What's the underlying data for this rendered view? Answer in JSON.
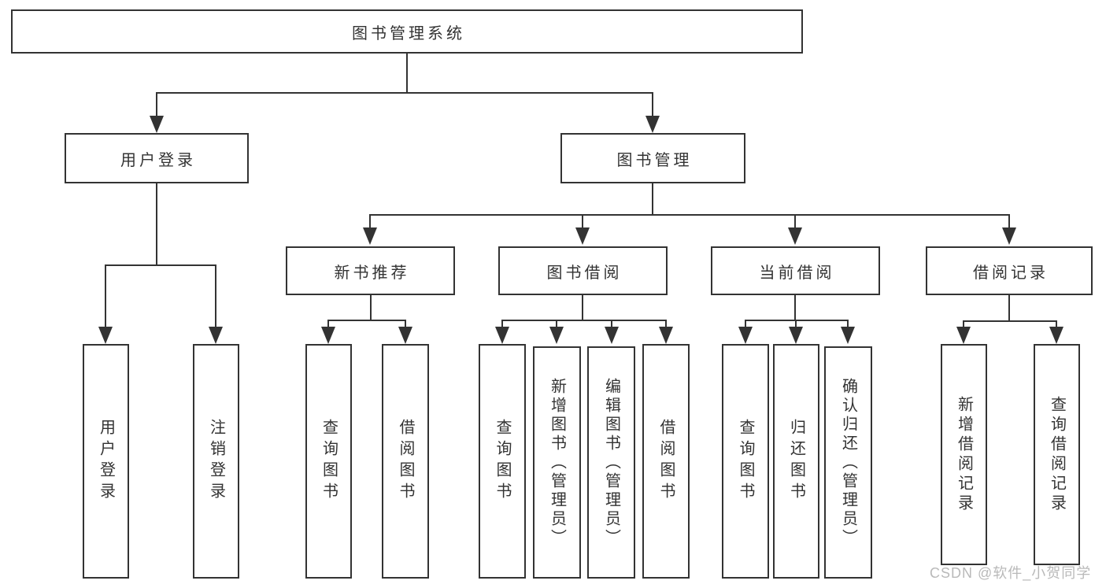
{
  "diagram": {
    "title": "图书管理系统",
    "type": "hierarchy-flowchart",
    "colors": {
      "background": "#ffffff",
      "line": "#333333",
      "text": "#333333",
      "watermark": "#b9b9b9"
    },
    "nodes": {
      "root": {
        "label": "图书管理系统"
      },
      "user_login": {
        "label": "用户登录"
      },
      "book_management": {
        "label": "图书管理"
      },
      "new_book_recommend": {
        "label": "新书推荐"
      },
      "book_borrow": {
        "label": "图书借阅"
      },
      "current_borrow": {
        "label": "当前借阅"
      },
      "borrow_records": {
        "label": "借阅记录"
      },
      "leaf_user_login": {
        "label": "用户登录"
      },
      "leaf_logout": {
        "label": "注销登录"
      },
      "leaf_rec_query_book": {
        "label": "查询图书"
      },
      "leaf_rec_borrow_book": {
        "label": "借阅图书"
      },
      "leaf_bb_query_book": {
        "label": "查询图书"
      },
      "leaf_bb_add_book": {
        "label": "新增图书（管理员）"
      },
      "leaf_bb_edit_book": {
        "label": "编辑图书（管理员）"
      },
      "leaf_bb_borrow_book": {
        "label": "借阅图书"
      },
      "leaf_cb_query_book": {
        "label": "查询图书"
      },
      "leaf_cb_return_book": {
        "label": "归还图书"
      },
      "leaf_cb_confirm_return": {
        "label": "确认归还（管理员）"
      },
      "leaf_br_add_record": {
        "label": "新增借阅记录"
      },
      "leaf_br_query_record": {
        "label": "查询借阅记录"
      }
    },
    "edges": [
      "图书管理系统 -> 用户登录",
      "图书管理系统 -> 图书管理",
      "用户登录 -> 用户登录(叶)",
      "用户登录 -> 注销登录",
      "图书管理 -> 新书推荐",
      "图书管理 -> 图书借阅",
      "图书管理 -> 当前借阅",
      "图书管理 -> 借阅记录",
      "新书推荐 -> 查询图书",
      "新书推荐 -> 借阅图书",
      "图书借阅 -> 查询图书",
      "图书借阅 -> 新增图书（管理员）",
      "图书借阅 -> 编辑图书（管理员）",
      "图书借阅 -> 借阅图书",
      "当前借阅 -> 查询图书",
      "当前借阅 -> 归还图书",
      "当前借阅 -> 确认归还（管理员）",
      "借阅记录 -> 新增借阅记录",
      "借阅记录 -> 查询借阅记录"
    ],
    "watermark": "CSDN @软件_小贺同学"
  }
}
